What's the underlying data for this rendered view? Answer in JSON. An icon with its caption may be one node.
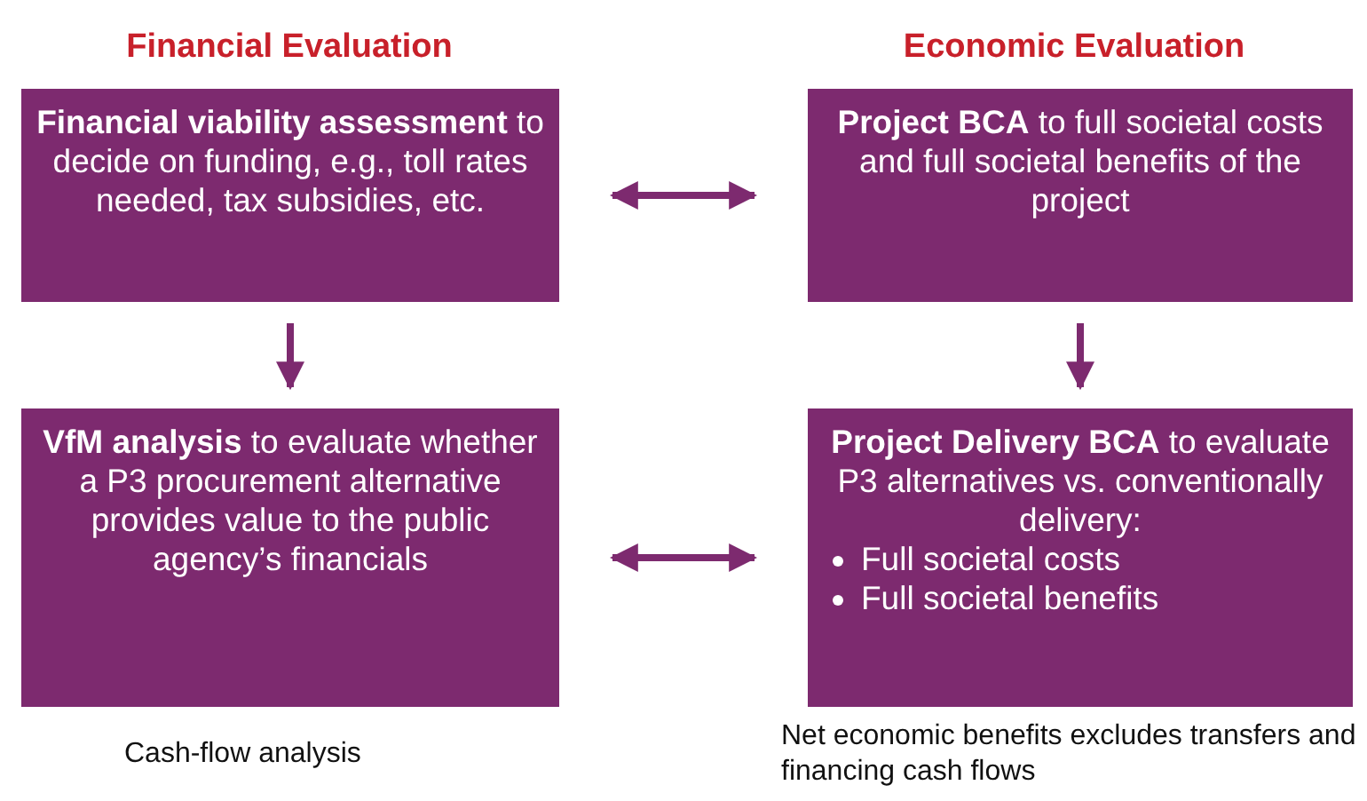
{
  "diagram": {
    "nodes": [
      {
        "text": [
          "**Financial viability assessment** to decide on funding, e.g., toll rates needed, tax subsidies, etc."
        ]
      },
      {
        "text": [
          "**Project BCA** to full societal costs and full societal benefits of the project"
        ]
      },
      {
        "text": [
          "**VfM analysis** to evaluate whether a P3 procurement alternative provides value to the public agency’s financials"
        ],
        "beside": [
          "Cash-flow analysis"
        ]
      },
      {
        "text": [
          "**Project Delivery BCA** to evaluate P3 alternatives vs. conventionally delivery:",
          "Full societal costs",
          "Full societal benefits"
        ],
        "beside": [
          "Net economic benefits excludes transfers and financing cash flows"
        ]
      }
    ],
    "edges": [
      {
        "from": 0,
        "to": 1,
        "arrow": "both"
      },
      {
        "from": 0,
        "to": 2,
        "arrow": "to"
      },
      {
        "from": 1,
        "to": 3,
        "arrow": "to"
      },
      {
        "from": 2,
        "to": 3,
        "arrow": "both"
      }
    ],
    "labels": [
      "Financial Evaluation",
      "Economic Evaluation"
    ]
  }
}
